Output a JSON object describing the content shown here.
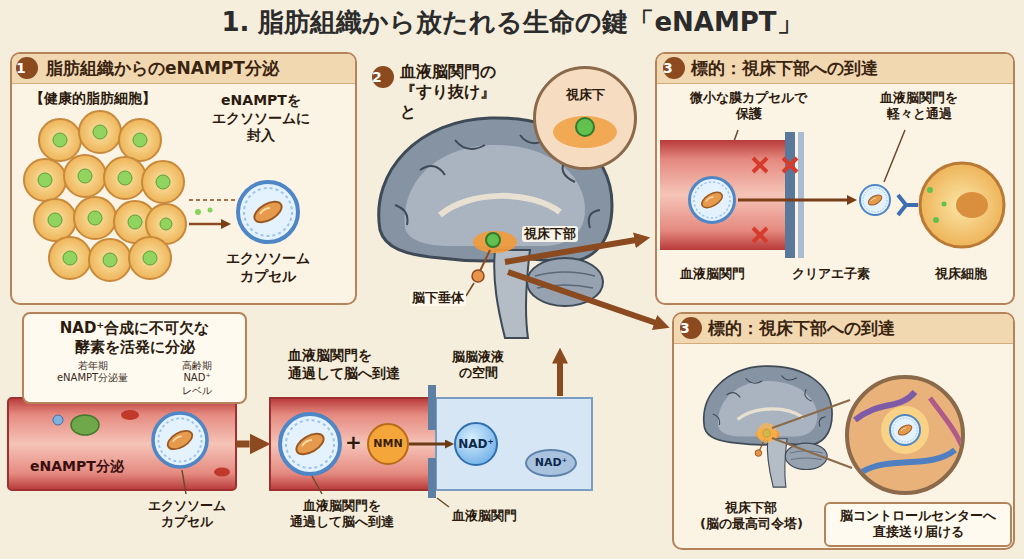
{
  "diagram": {
    "title": "1. 脂肪組織から放たれる生命の鍵「eNAMPT」",
    "nodes": [
      {
        "text": [
          "脂肪組織からのeNAMPT分泌"
        ]
      },
      {
        "text": [
          "NAD⁺合成に不可欠な 酵素を活発に分泌",
          "若年期 eNAMPT分泌量",
          "高齢期 NAD⁺レベル"
        ]
      },
      {
        "text": [
          "eNAMPT分泌"
        ]
      },
      {
        "text": [
          "視床下"
        ]
      },
      {
        "text": [
          "血液脳関門を 通過して脳へ到達"
        ]
      },
      {
        "text": [
          "NMN"
        ],
        "in": 4
      },
      {
        "text": [
          "NAD⁺"
        ],
        "in": 4
      },
      {
        "text": [
          "NAD⁺"
        ],
        "in": 4
      },
      {
        "text": [
          "標的：視床下部への到達"
        ]
      },
      {
        "text": [
          "標的：視床下部への到達"
        ]
      },
      {
        "text": [
          "脳コントロールセンターへ 直接送り届ける"
        ],
        "in": 9
      }
    ],
    "edges": [
      {
        "from": 2,
        "to": 4,
        "arrow": "to"
      },
      {
        "from": 5,
        "to": 6,
        "arrow": "to"
      }
    ],
    "labels": [
      "1",
      "【健康的脂肪細胞】",
      "eNAMPTを エクソソームに 封入",
      "エクソソーム カプセル",
      "2",
      "血液脳関門の 『すり抜け』と",
      "視床下部",
      "脳下垂体",
      "脳脳液液 の空間",
      "+",
      "血液脳関門を 通過して脳へ到達",
      "血液脳関門",
      "エクソソーム カプセル",
      "3",
      "微小な膜カプセルで 保護",
      "血液脳関門を 軽々と通過",
      "血液脳関門",
      "クリアエ子素",
      "視床細胞",
      "3",
      "視床下部 (脳の最高司令塔)"
    ]
  }
}
